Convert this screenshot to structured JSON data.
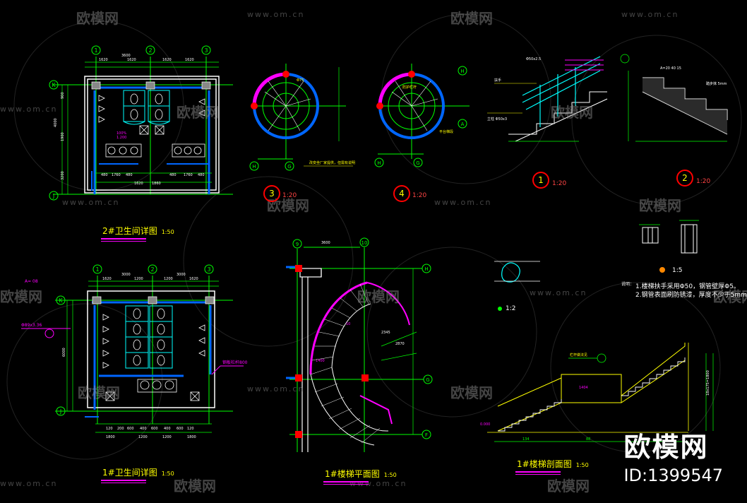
{
  "titles": {
    "toilet2": "2#卫生间详图",
    "toilet1": "1#卫生间详图",
    "stair_plan": "1#楼梯平面图",
    "stair_section": "1#楼梯剖面图",
    "scale_50": "1:50",
    "scale_20": "1:20",
    "scale_5": "1:5",
    "scale_2": "1:2"
  },
  "detail_numbers": {
    "d1": "1",
    "d2": "2",
    "d3": "3",
    "d4": "4"
  },
  "watermark": {
    "brand": "欧模网",
    "url": "www.om.cn"
  },
  "brand_block": {
    "name": "欧模网",
    "id": "ID:1399547"
  },
  "notes": {
    "line1": "1.楼梯扶手采用Φ50，钢管壁厚Φ5。",
    "line2": "2.钢管表面刷防锈漆，厚度不少于5mm。"
  },
  "grid_labels": [
    "1",
    "2",
    "3",
    "K",
    "J",
    "H",
    "G",
    "F",
    "9",
    "10"
  ],
  "dims": {
    "toilet2_total": "3600",
    "toilet1_total": "3000",
    "stair_top": "3600"
  }
}
